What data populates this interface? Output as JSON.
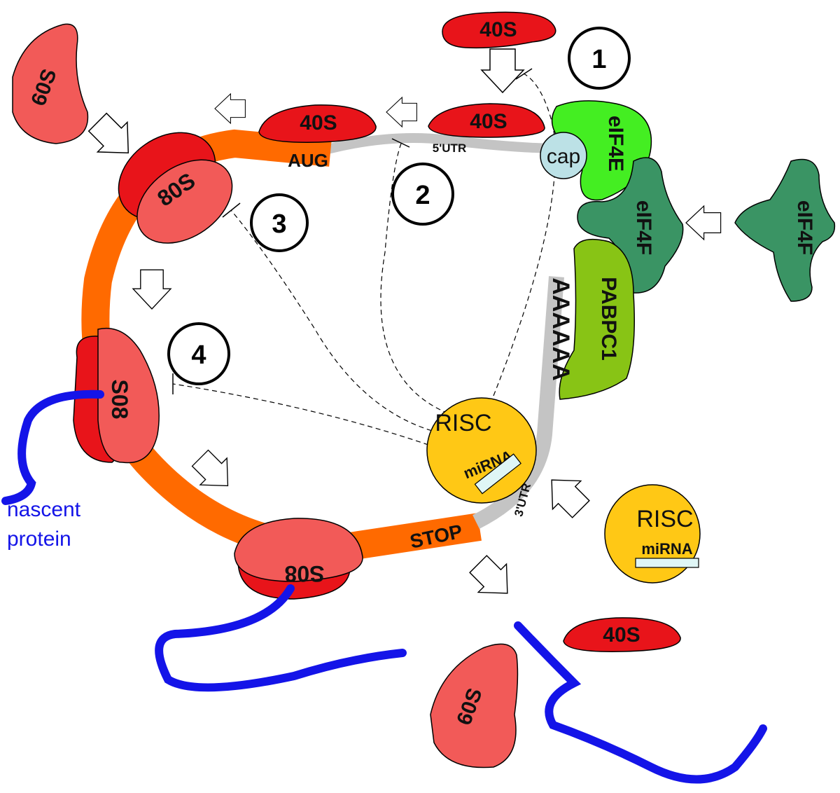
{
  "colors": {
    "subunit_40s": "#e8141a",
    "subunit_60s": "#f25a58",
    "mrna_coding": "#ff6a00",
    "mrna_utr": "#c4c4c4",
    "eif4e": "#44ee22",
    "eif4f": "#3a9464",
    "pabpc1": "#88c415",
    "risc": "#ffc815",
    "cap": "#bce1e6",
    "protein": "#1414e8"
  },
  "subunits": {
    "small": "40S",
    "large": "60S",
    "ribosome": "80S",
    "ribosome_flipped": "S08"
  },
  "mrna": {
    "start_codon": "AUG",
    "stop_codon": "STOP",
    "utr5": "5'UTR",
    "utr3": "3'UTR",
    "poly_a": "AAAAAA",
    "cap": "cap"
  },
  "factors": {
    "eif4e": "eIF4E",
    "eif4f": "eIF4F",
    "pabpc1": "PABPC1"
  },
  "risc": {
    "label": "RISC",
    "mirna": "miRNA"
  },
  "protein_label": {
    "line1": "nascent",
    "line2": "protein"
  },
  "steps": [
    "1",
    "2",
    "3",
    "4"
  ]
}
